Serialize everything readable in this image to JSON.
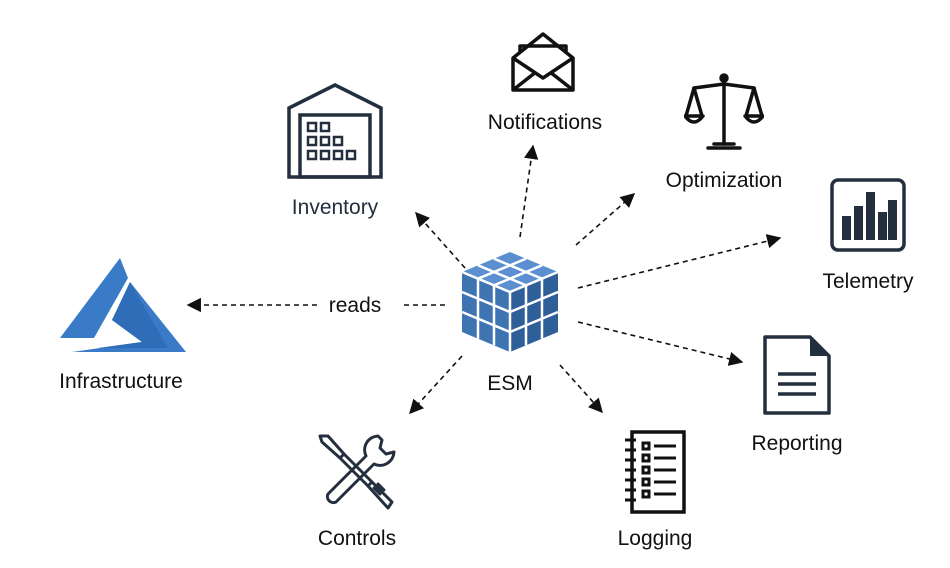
{
  "center": {
    "label": "ESM",
    "icon": "cube-icon",
    "color": "#3f74b3"
  },
  "edges": [
    {
      "target": "Infrastructure",
      "label": "reads"
    },
    {
      "target": "Inventory"
    },
    {
      "target": "Notifications"
    },
    {
      "target": "Optimization"
    },
    {
      "target": "Telemetry"
    },
    {
      "target": "Reporting"
    },
    {
      "target": "Logging"
    },
    {
      "target": "Controls"
    }
  ],
  "nodes": {
    "inventory": {
      "label": "Inventory",
      "icon": "warehouse-icon"
    },
    "notifications": {
      "label": "Notifications",
      "icon": "envelope-icon"
    },
    "optimization": {
      "label": "Optimization",
      "icon": "scales-icon"
    },
    "telemetry": {
      "label": "Telemetry",
      "icon": "bar-chart-icon"
    },
    "infrastructure": {
      "label": "Infrastructure",
      "icon": "azure-logo-icon",
      "color": "#3a7bc8"
    },
    "reporting": {
      "label": "Reporting",
      "icon": "document-icon"
    },
    "logging": {
      "label": "Logging",
      "icon": "checklist-notebook-icon"
    },
    "controls": {
      "label": "Controls",
      "icon": "tools-icon"
    }
  },
  "colors": {
    "line": "#111111",
    "icon": "#232f3e"
  }
}
